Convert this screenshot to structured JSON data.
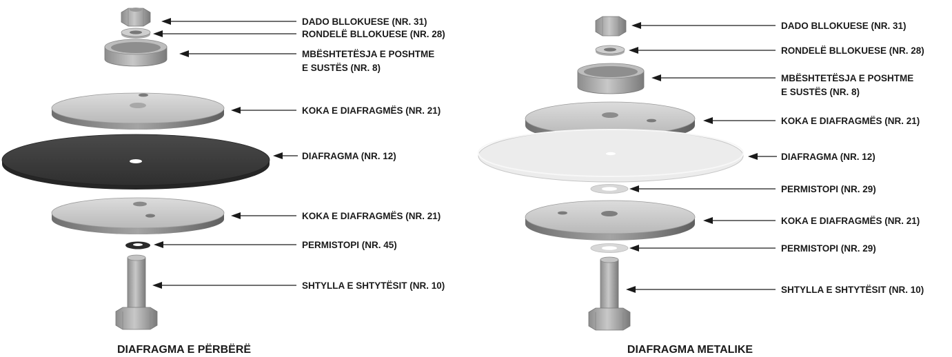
{
  "colors": {
    "metal_light": "#d4d4d4",
    "metal_mid": "#a9a9a9",
    "metal_dark": "#6f6f6f",
    "rubber": "#3c3c3c",
    "ptfe": "#e6e6e6",
    "text": "#1a1a1a"
  },
  "left": {
    "caption": "DIAFRAGMA E PËRBËRË",
    "labels": {
      "nut": "DADO BLLOKUESE (NR. 31)",
      "washer": "RONDELË BLLOKUESE (NR. 28)",
      "seat_line1": "MBËSHTETËSJA E POSHTME",
      "seat_line2": "E SUSTËS (NR. 8)",
      "head_top": "KOKA E DIAFRAGMËS (NR. 21)",
      "diaphragm": "DIAFRAGMA (NR. 12)",
      "head_bottom": "KOKA E DIAFRAGMËS (NR. 21)",
      "gasket": "PERMISTOPI (NR. 45)",
      "post": "SHTYLLA E SHTYTËSIT (NR. 10)"
    }
  },
  "right": {
    "caption": "DIAFRAGMA METALIKE",
    "labels": {
      "nut": "DADO BLLOKUESE (NR. 31)",
      "washer": "RONDELË BLLOKUESE (NR. 28)",
      "seat_line1": "MBËSHTETËSJA E POSHTME",
      "seat_line2": "E SUSTËS (NR. 8)",
      "head_top": "KOKA E DIAFRAGMËS (NR. 21)",
      "diaphragm": "DIAFRAGMA (NR. 12)",
      "gasket_top": "PERMISTOPI (NR. 29)",
      "head_bottom": "KOKA E DIAFRAGMËS (NR. 21)",
      "gasket_bottom": "PERMISTOPI (NR. 29)",
      "post": "SHTYLLA E SHTYTËSIT (NR. 10)"
    }
  }
}
